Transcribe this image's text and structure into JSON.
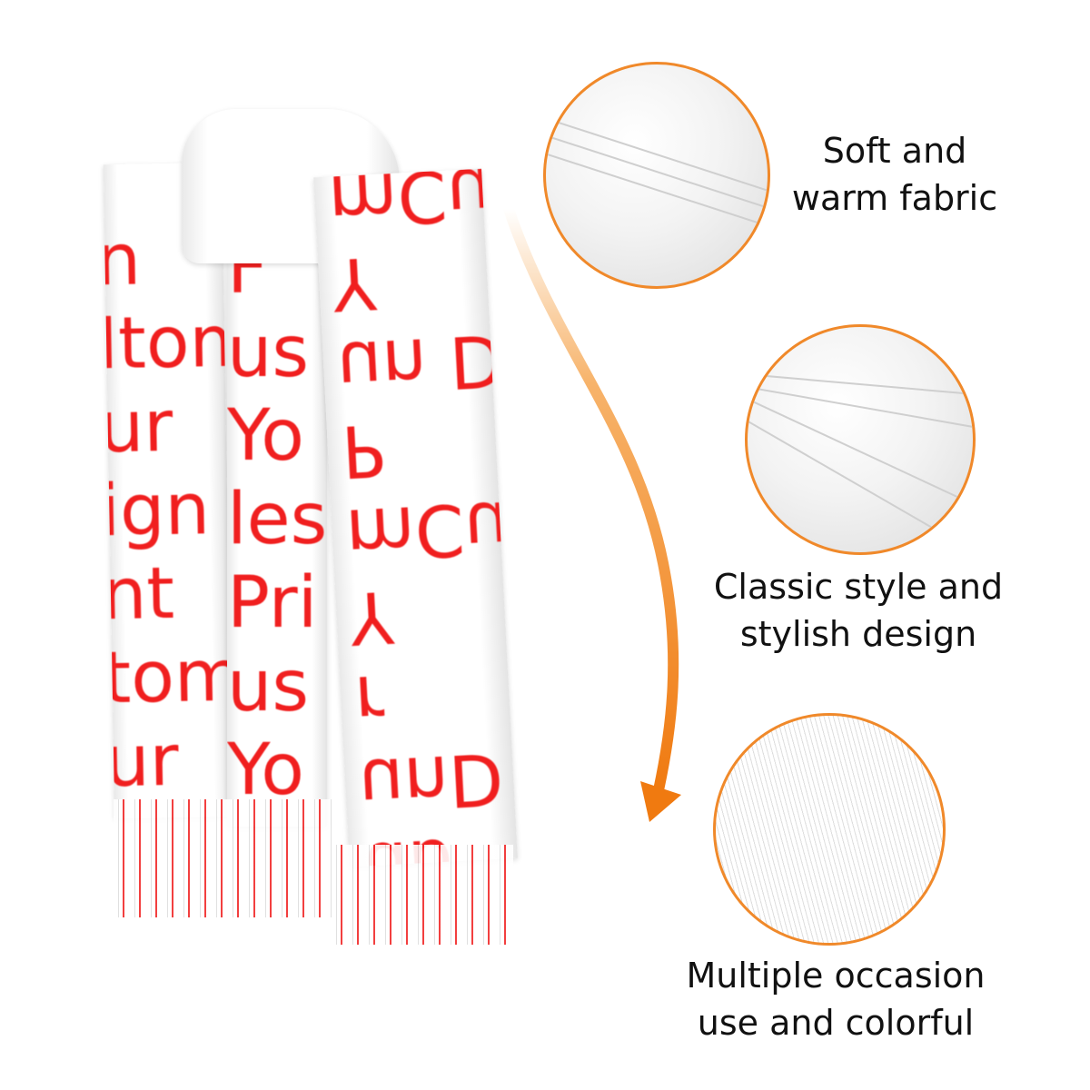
{
  "scarf_print": {
    "left_panel": "n\nItom\nur\nign\nnt\ntom\nur",
    "middle_panel": "F\nus\nYo\nles\nPri\nus\nYo",
    "right_panel": "ub\nunD\nr\nY\nmCu\nP\nun De\nY\nmCu"
  },
  "features": [
    {
      "caption": "Soft and\nwarm fabric"
    },
    {
      "caption": "Classic style and\nstylish design"
    },
    {
      "caption": "Multiple occasion\nuse and colorful"
    }
  ],
  "colors": {
    "accent": "#f0892a",
    "print": "#f01f1f"
  }
}
